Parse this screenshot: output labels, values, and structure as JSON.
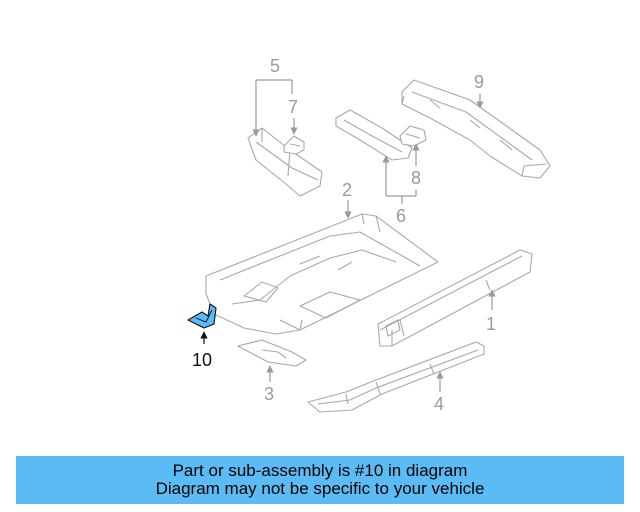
{
  "callouts": {
    "c1": "1",
    "c2": "2",
    "c3": "3",
    "c4": "4",
    "c5": "5",
    "c6": "6",
    "c7": "7",
    "c8": "8",
    "c9": "9",
    "c10": "10"
  },
  "caption": {
    "line1": "Part or sub-assembly is #10 in diagram",
    "line2": "Diagram may not be specific to your vehicle"
  },
  "colors": {
    "caption_bg": "#5bbcf5",
    "highlight_part": "#5bbcf5",
    "line_art": "#a8a8a8"
  }
}
